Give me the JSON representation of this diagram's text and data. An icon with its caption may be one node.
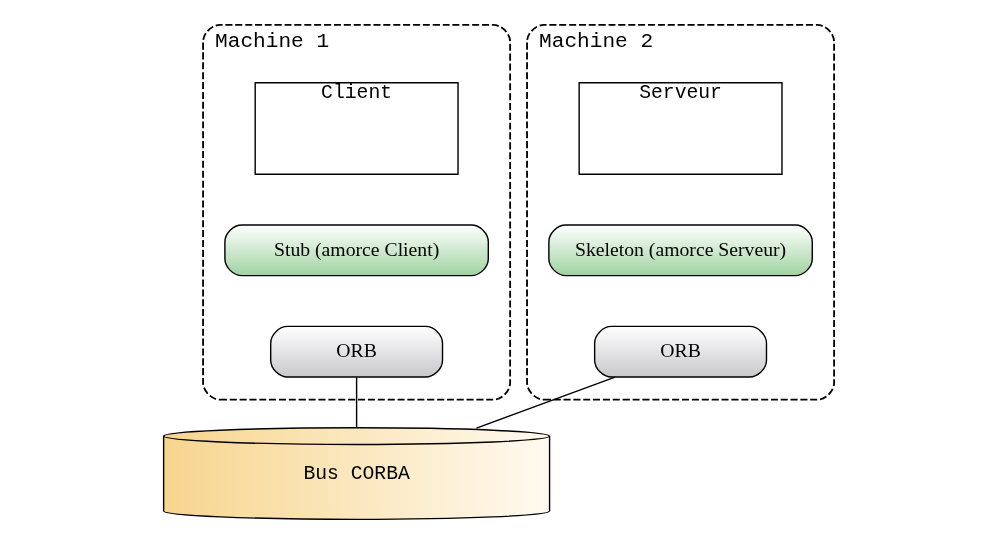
{
  "diagram": {
    "nodes": [
      {
        "text": [
          "Machine 1"
        ]
      },
      {
        "text": [
          "Client"
        ],
        "in": 0
      },
      {
        "text": [
          "Stub (amorce Client)"
        ],
        "in": 0
      },
      {
        "text": [
          "ORB"
        ],
        "in": 0
      },
      {
        "text": [
          "Machine 2"
        ]
      },
      {
        "text": [
          "Serveur"
        ],
        "in": 4
      },
      {
        "text": [
          "Skeleton (amorce Serveur)"
        ],
        "in": 4
      },
      {
        "text": [
          "ORB"
        ],
        "in": 4
      },
      {
        "text": [
          "Bus CORBA"
        ]
      }
    ],
    "edges": [
      {
        "from": 3,
        "to": 8,
        "arrow": "none"
      },
      {
        "from": 8,
        "to": 7,
        "arrow": "none"
      }
    ]
  }
}
